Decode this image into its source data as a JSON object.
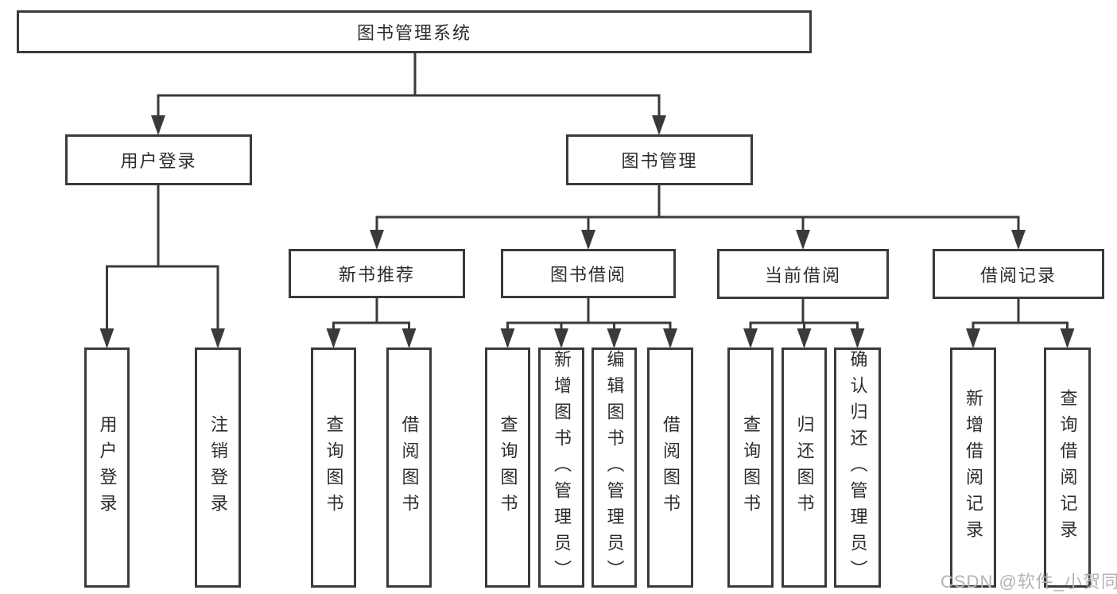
{
  "diagram": {
    "root": {
      "label": "图书管理系统"
    },
    "level2": [
      {
        "label": "用户登录"
      },
      {
        "label": "图书管理"
      }
    ],
    "level3": [
      {
        "label": "新书推荐"
      },
      {
        "label": "图书借阅"
      },
      {
        "label": "当前借阅"
      },
      {
        "label": "借阅记录"
      }
    ],
    "leaves": {
      "user_login": [
        "用户登录",
        "注销登录"
      ],
      "new_book_recommend": [
        "查询图书",
        "借阅图书"
      ],
      "book_borrowing": [
        "查询图书",
        "新增图书（管理员）",
        "编辑图书（管理员）",
        "借阅图书"
      ],
      "current_borrowing": [
        "查询图书",
        "归还图书",
        "确认归还（管理员）"
      ],
      "borrowing_records": [
        "新增借阅记录",
        "查询借阅记录"
      ]
    }
  },
  "watermark": {
    "text": "CSDN @软件_小贺同学"
  },
  "colors": {
    "line": "#3a3a3a",
    "node_border": "#3a3a3a",
    "node_fill": "#ffffff",
    "text": "#2d2d2d",
    "watermark": "#b3b3b3",
    "background": "#ffffff"
  }
}
